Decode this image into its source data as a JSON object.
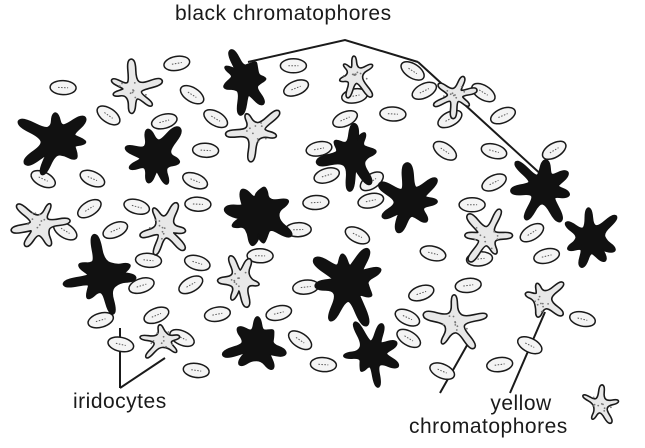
{
  "labels": {
    "black_chromatophores": "black chromatophores",
    "iridocytes": "iridocytes",
    "yellow_line1": "yellow",
    "yellow_line2": "chromatophores"
  },
  "colors": {
    "background": "#ffffff",
    "ink": "#1a1a1a",
    "black_cell": "#111111",
    "yellow_cell_fill": "#e8e8e8",
    "iridocyte_fill": "#f4f4f4"
  },
  "cell_types": [
    "black-chromatophore-cell",
    "yellow-chromatophore-cell",
    "iridocyte-cell"
  ]
}
